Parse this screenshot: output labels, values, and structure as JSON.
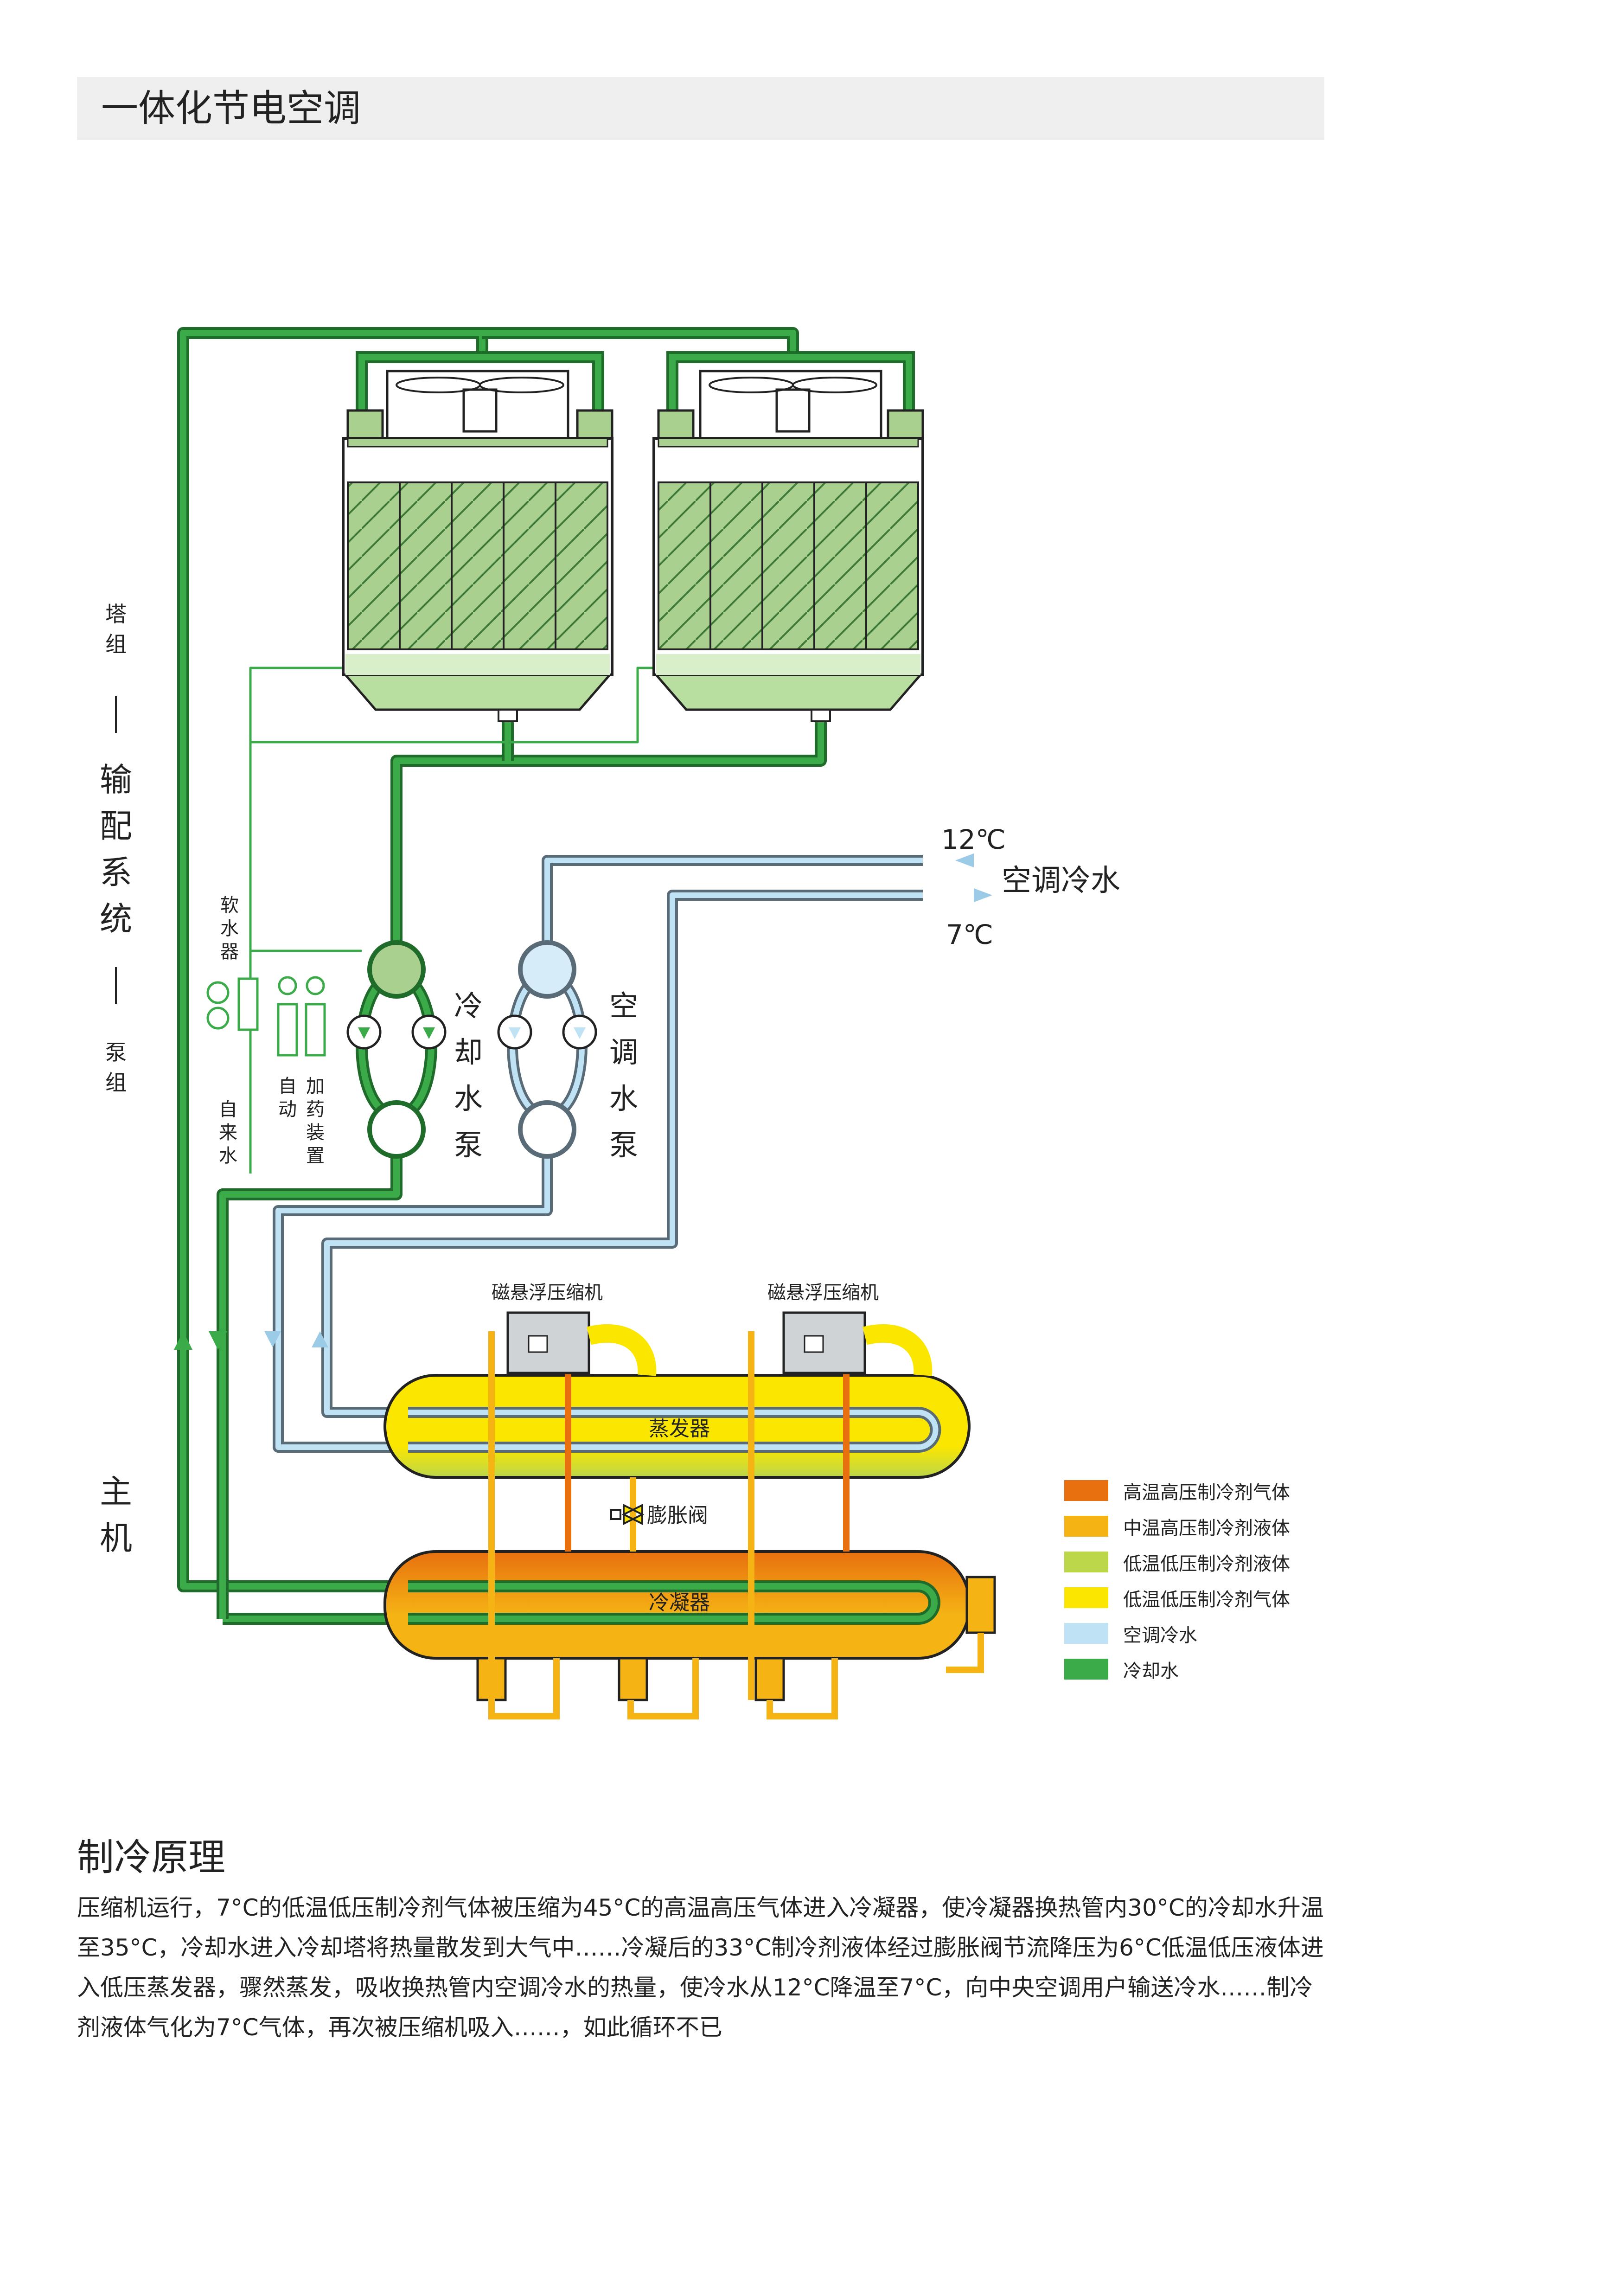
{
  "page_title": "一体化节电空调",
  "labels": {
    "tower_group": [
      "塔",
      "组"
    ],
    "distribution": [
      "输",
      "配",
      "系",
      "统"
    ],
    "pump_group": [
      "泵",
      "组"
    ],
    "host": [
      "主",
      "机"
    ],
    "softener": [
      "软",
      "水",
      "器"
    ],
    "tap_water": [
      "自",
      "来",
      "水"
    ],
    "auto_dosing": [
      "自",
      "动",
      "加",
      "药",
      "装",
      "置"
    ],
    "cooling_pump": [
      "冷",
      "却",
      "水",
      "泵"
    ],
    "ac_pump": [
      "空",
      "调",
      "水",
      "泵"
    ],
    "temp_in": "12℃",
    "temp_out": "7℃",
    "ac_water": "空调冷水",
    "compressor_1": "磁悬浮压缩机",
    "compressor_2": "磁悬浮压缩机",
    "evaporator": "蒸发器",
    "expansion_valve": "膨胀阀",
    "condenser": "冷凝器"
  },
  "legend": [
    {
      "label": "高温高压制冷剂气体",
      "color": "#e8700f"
    },
    {
      "label": "中温高压制冷剂液体",
      "color": "#f5b414"
    },
    {
      "label": "低温低压制冷剂液体",
      "color": "#bcd74a"
    },
    {
      "label": "低温低压制冷剂气体",
      "color": "#fbe600"
    },
    {
      "label": "空调冷水",
      "color": "#bfe2f5"
    },
    {
      "label": "冷却水",
      "color": "#3aab48"
    }
  ],
  "principle": {
    "heading": "制冷原理",
    "text": "压缩机运行，7°C的低温低压制冷剂气体被压缩为45°C的高温高压气体进入冷凝器，使冷凝器换热管内30°C的冷却水升温至35°C，冷却水进入冷却塔将热量散发到大气中……冷凝后的33°C制冷剂液体经过膨胀阀节流降压为6°C低温低压液体进入低压蒸发器，骤然蒸发，吸收换热管内空调冷水的热量，使冷水从12°C降温至7°C，向中央空调用户输送冷水……制冷剂液体气化为7°C气体，再次被压缩机吸入……，如此循环不已"
  }
}
